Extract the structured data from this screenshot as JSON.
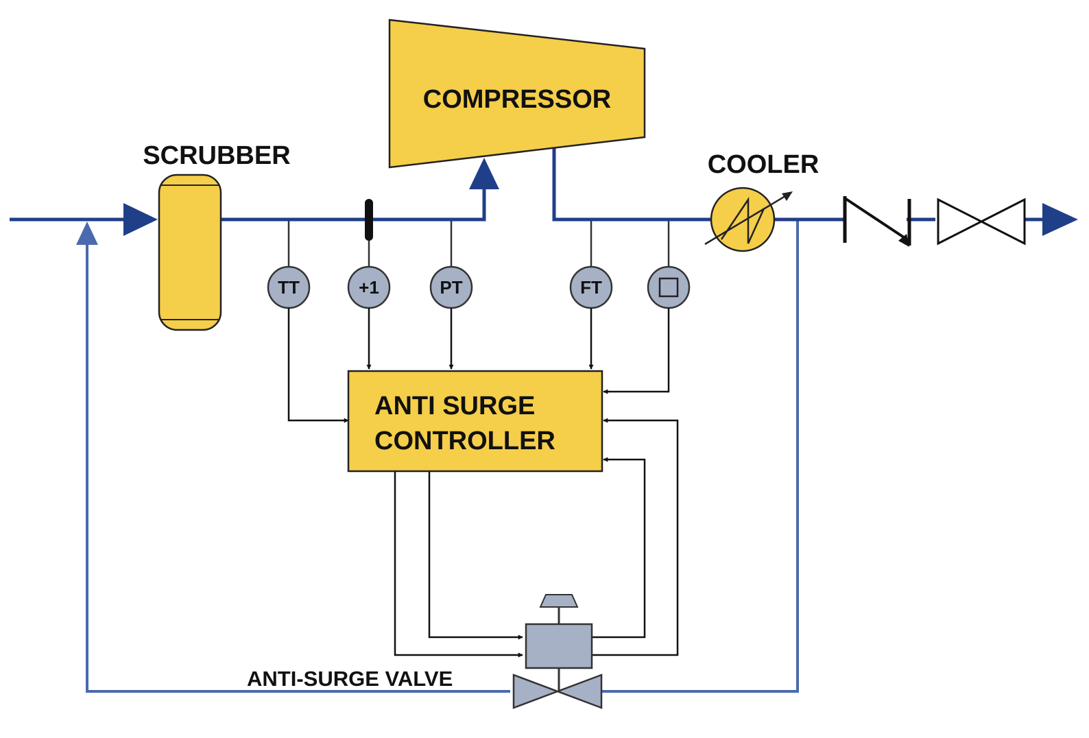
{
  "labels": {
    "scrubber": "SCRUBBER",
    "compressor": "COMPRESSOR",
    "cooler": "COOLER",
    "controller_line1": "ANTI SURGE",
    "controller_line2": "CONTROLLER",
    "valve": "ANTI-SURGE VALVE"
  },
  "instruments": {
    "tt": "TT",
    "plus1": "+1",
    "pt": "PT",
    "ft": "FT"
  },
  "colors": {
    "process_pipe": "#1f3f88",
    "recycle_pipe": "#4a6aae",
    "equipment_fill": "#f5ce4a",
    "instrument_fill": "#a6b1c6",
    "valve_fill": "#a6b1c6",
    "signal_line": "#111111"
  },
  "icons": {
    "scrubber": "vertical-vessel-icon",
    "compressor": "compressor-trapezoid-icon",
    "cooler": "heat-exchanger-icon",
    "check_valve": "check-valve-icon",
    "block_valve": "gate-valve-icon",
    "anti_surge_valve": "control-valve-icon",
    "unlabeled_instrument": "square-instrument-icon"
  }
}
